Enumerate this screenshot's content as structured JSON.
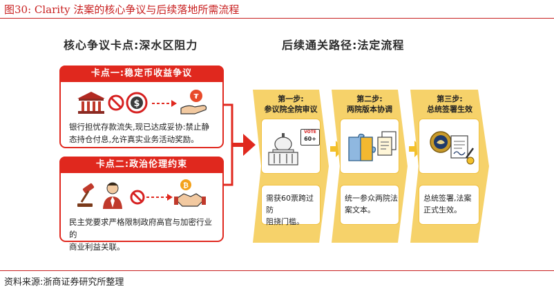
{
  "figure": {
    "title": "图30:   Clarity 法案的核心争议与后续落地所需流程",
    "source": "资料来源:浙商证券研究所整理"
  },
  "left": {
    "heading": "核心争议卡点:深水区阻力",
    "panel1": {
      "title": "卡点一:稳定币收益争议",
      "text_line1": "银行担忧存款流失,现已达成妥协:禁止静",
      "text_line2": "态持仓付息,允许真实业务活动奖励。"
    },
    "panel2": {
      "title": "卡点二:政治伦理约束",
      "text_line1": "民主党要求严格限制政府高官与加密行业的",
      "text_line2": "商业利益关联。"
    }
  },
  "right": {
    "heading": "后续通关路径:法定流程",
    "steps": [
      {
        "title_line1": "第一步:",
        "title_line2": "参议院全院审议",
        "text_line1": "需获60票跨过防",
        "text_line2": "阻挠门槛。",
        "badge_line1": "VOTE",
        "badge_line2": "60+"
      },
      {
        "title_line1": "第二步:",
        "title_line2": "两院版本协调",
        "text_line1": "统一参众两院法",
        "text_line2": "案文本。"
      },
      {
        "title_line1": "第三步:",
        "title_line2": "总统签署生效",
        "text_line1": "总统签署,法案",
        "text_line2": "正式生效。"
      }
    ]
  },
  "colors": {
    "accent_red": "#e0281e",
    "title_red": "#c81e1e",
    "step_yellow": "#f6d26a",
    "step_border": "#f0c040"
  },
  "icons": [
    "bank-icon",
    "no-symbol-icon",
    "dollar-coin-icon",
    "hand-coin-icon",
    "gavel-icon",
    "official-icon",
    "bitcoin-coin-icon",
    "handshake-icon",
    "capitol-icon",
    "vote-badge-icon",
    "puzzle-icon",
    "documents-icon",
    "signed-document-icon",
    "seal-icon"
  ]
}
